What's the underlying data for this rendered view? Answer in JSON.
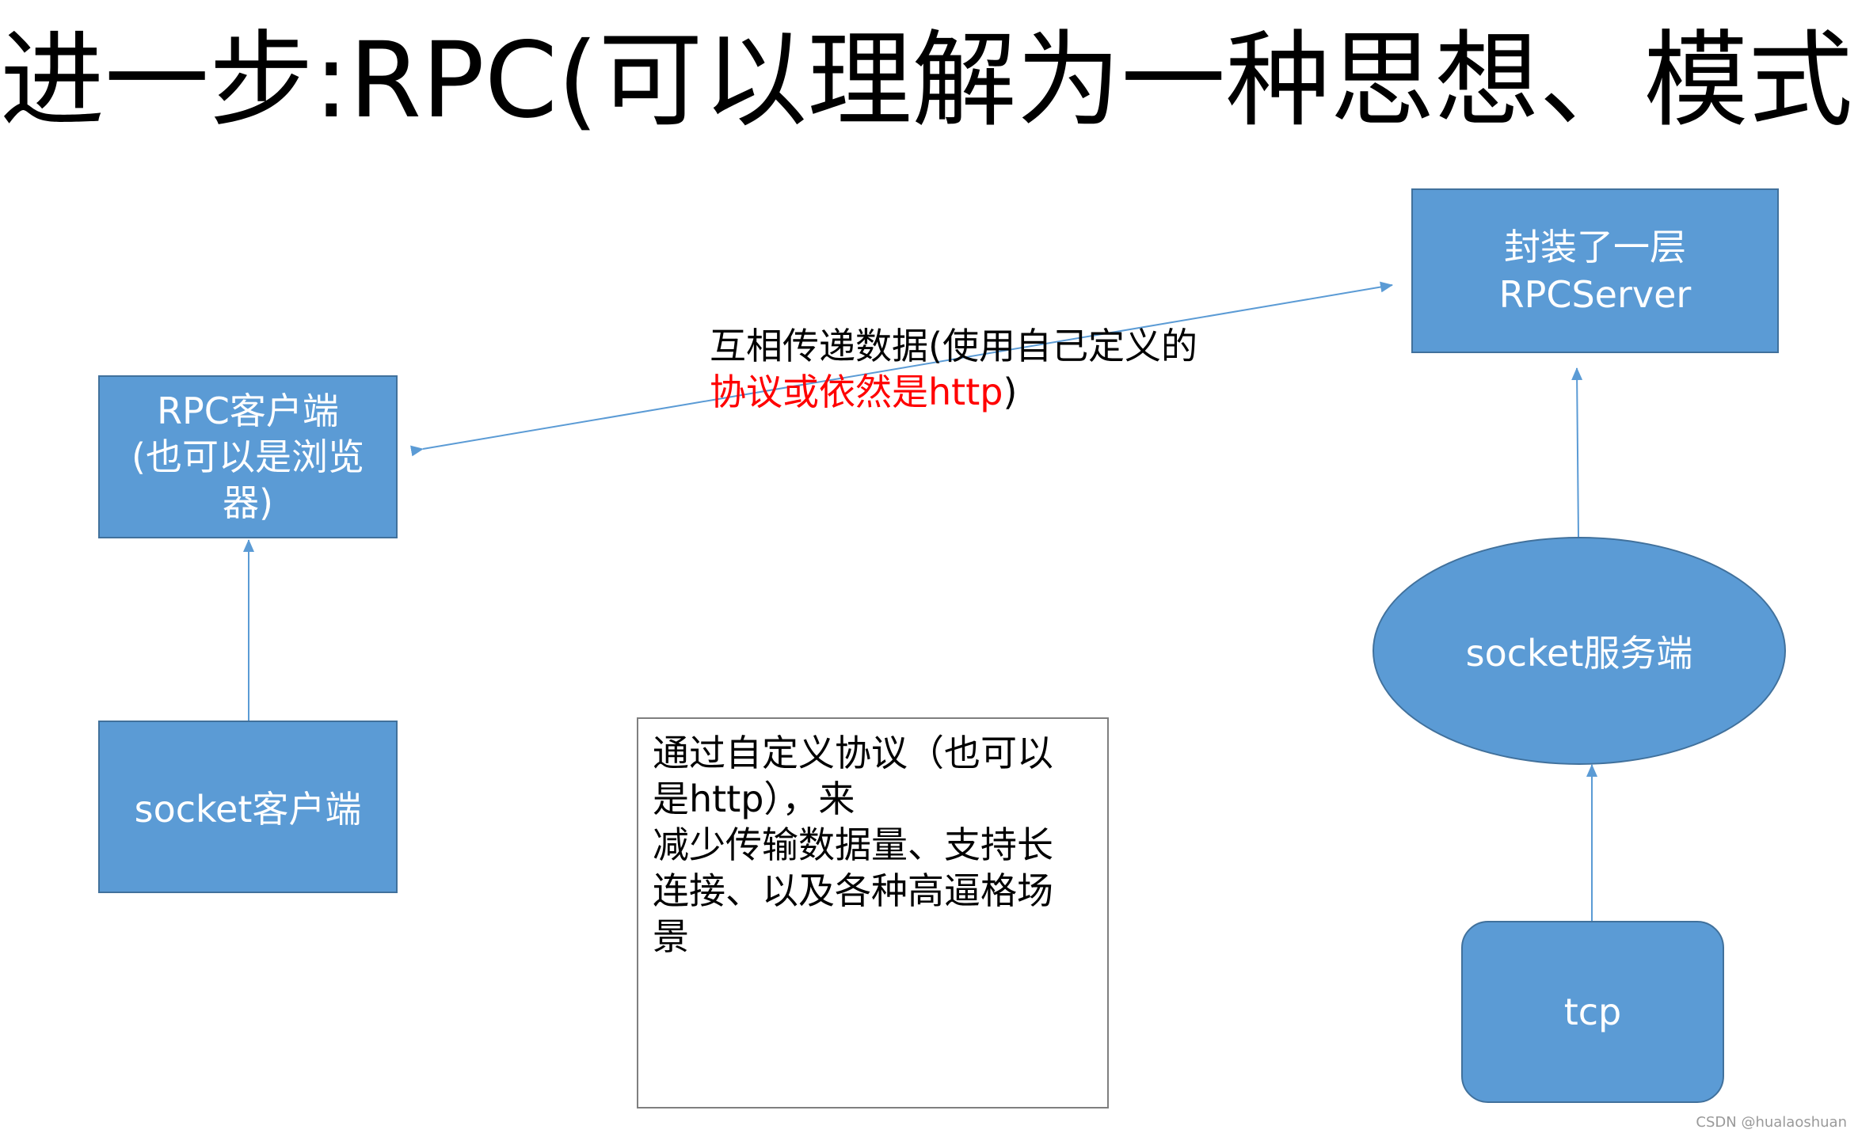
{
  "title": "进一步:RPC(可以理解为一种思想、模式)",
  "nodes": {
    "rpc_client": {
      "lines": [
        "RPC客户端",
        "(也可以是浏览",
        "器)"
      ]
    },
    "socket_client": {
      "label": "socket客户端"
    },
    "rpc_server": {
      "lines": [
        "封装了一层",
        "RPCServer"
      ]
    },
    "socket_server": {
      "label": "socket服务端"
    },
    "tcp": {
      "label": "tcp"
    }
  },
  "edge_label": {
    "line1": "互相传递数据(使用自己定义的",
    "line2_red": "协议或依然是http",
    "line2_black": ")"
  },
  "note": {
    "lines": [
      "通过自定义协议（也可以",
      "是http），来",
      "减少传输数据量、支持长",
      "连接、以及各种高逼格场",
      "景"
    ]
  },
  "footer": "CSDN @hualaoshuan",
  "colors": {
    "node_fill": "#5b9bd5",
    "node_border": "#41719c",
    "arrow": "#5b9bd5",
    "highlight": "#ff0000"
  }
}
